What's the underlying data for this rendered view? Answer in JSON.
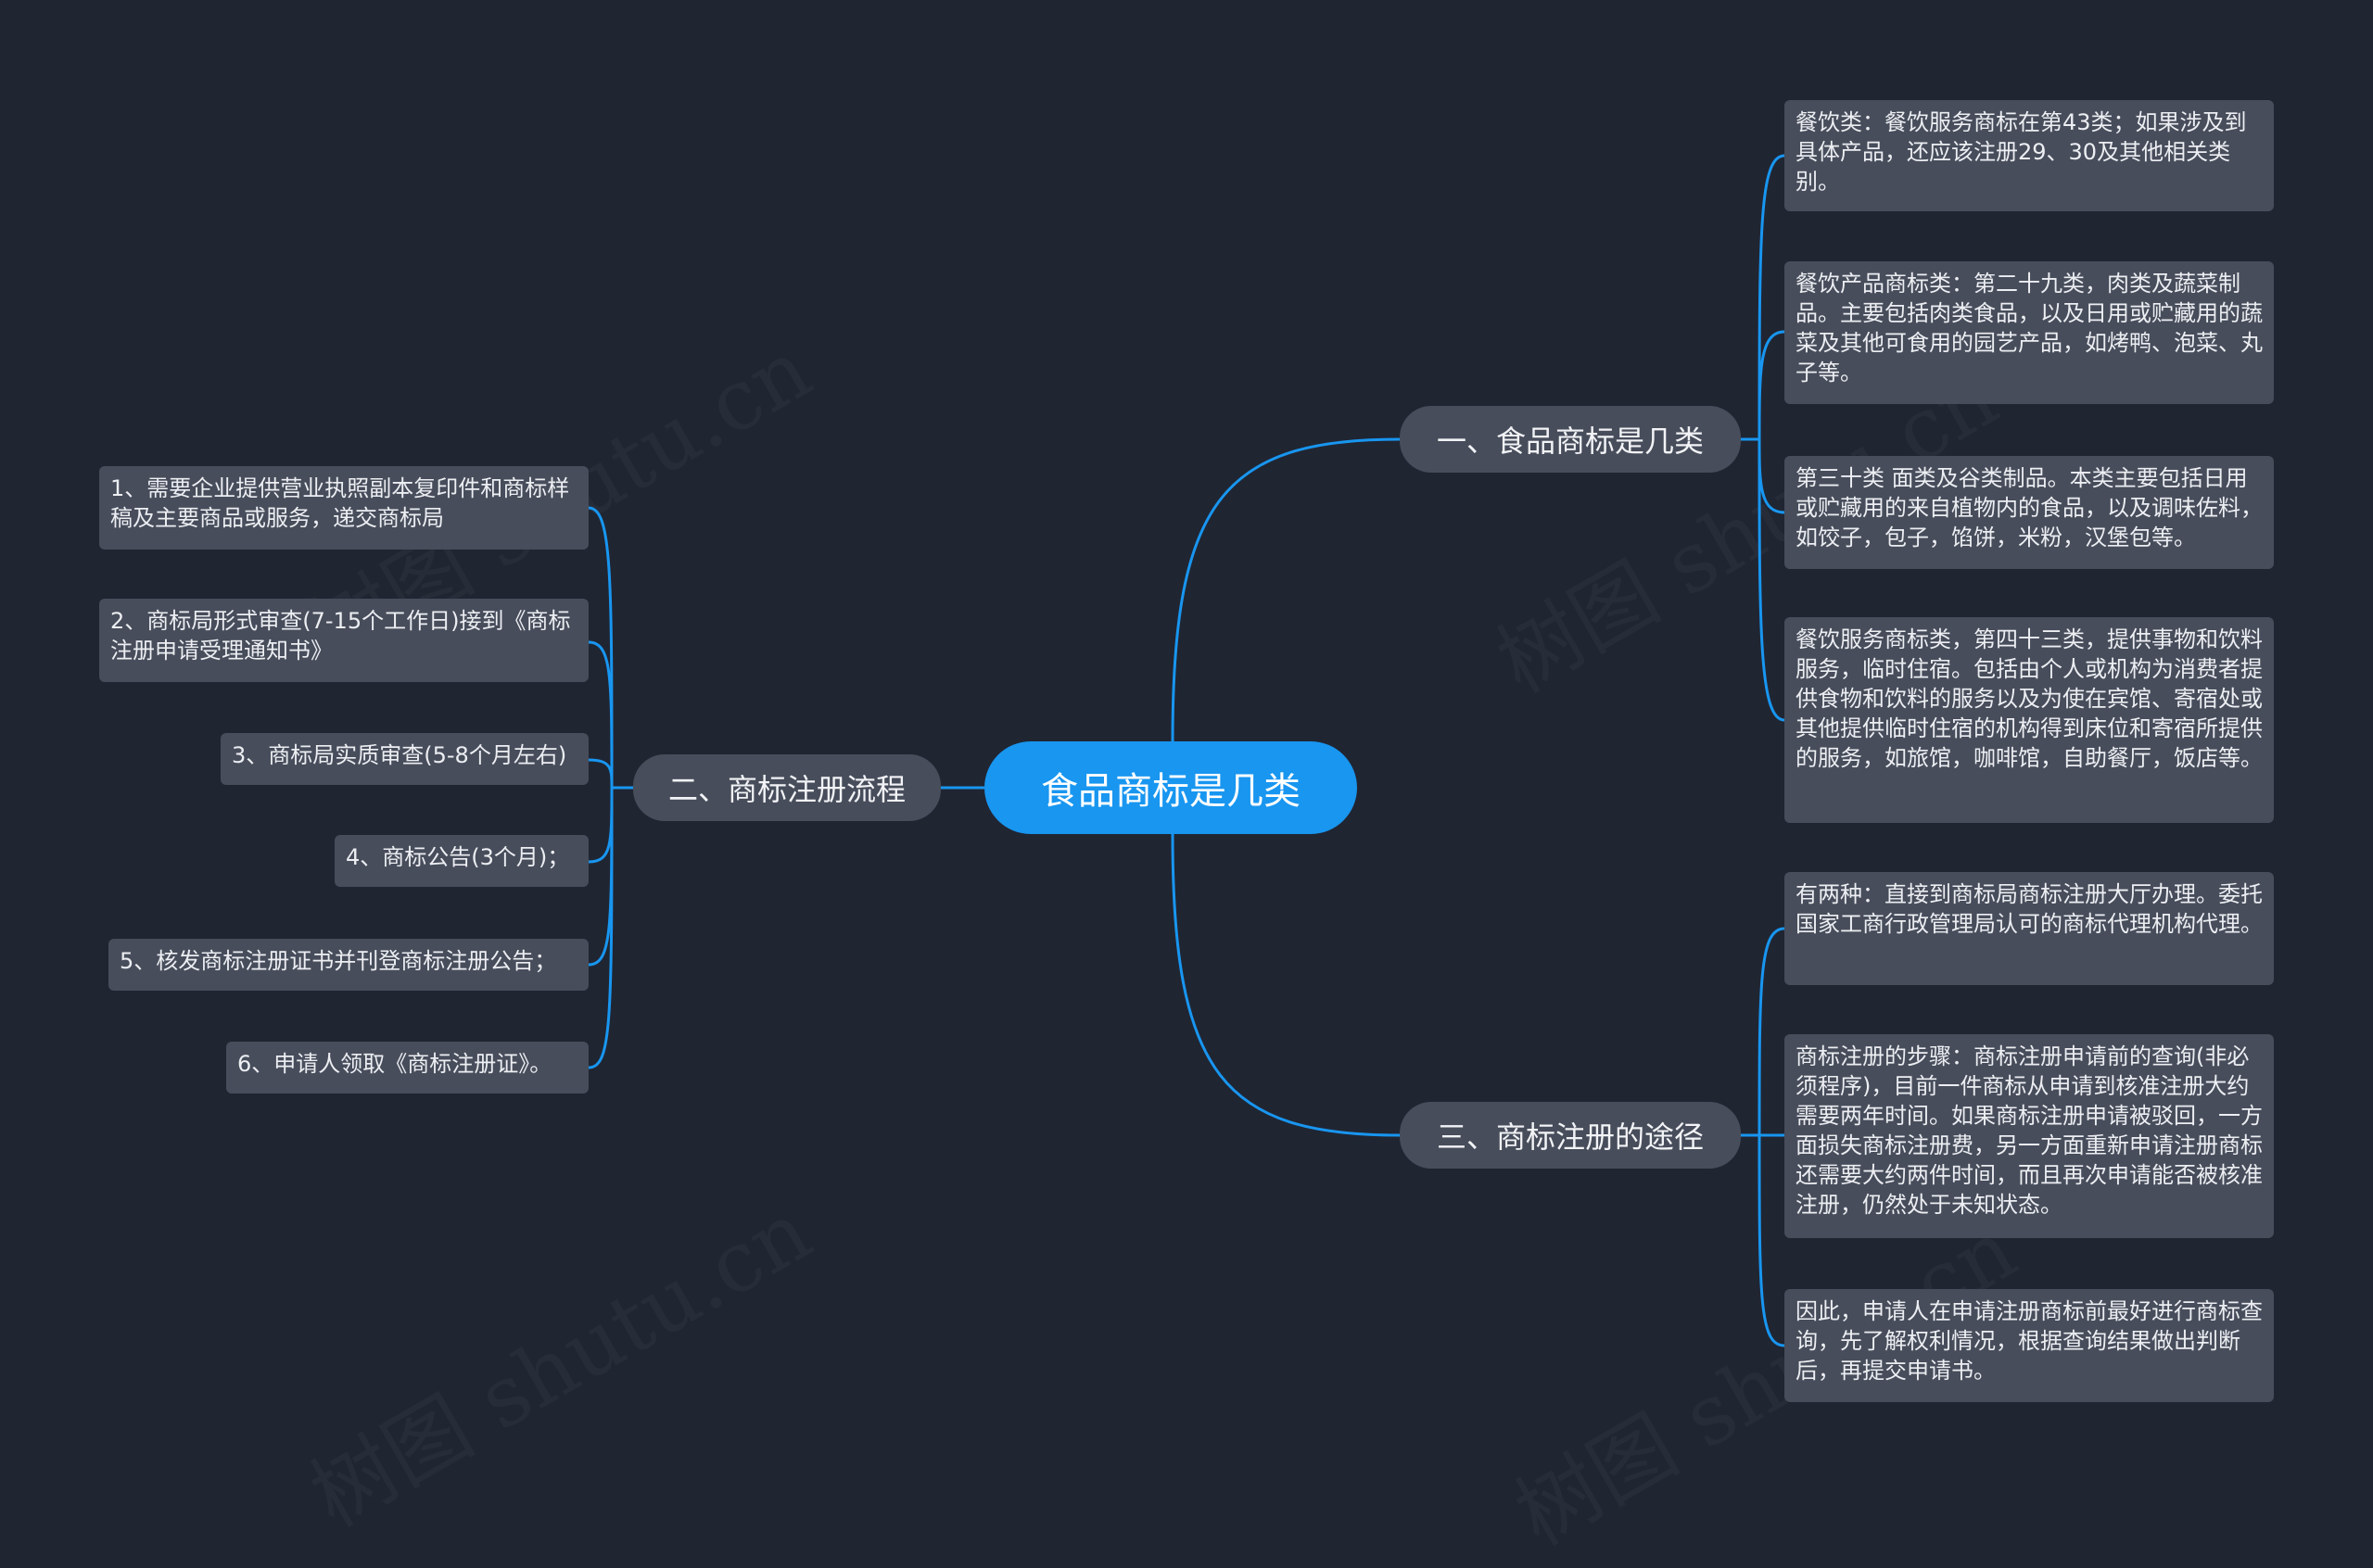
{
  "root": {
    "label": "食品商标是几类"
  },
  "branches": {
    "b1": {
      "label": "一、食品商标是几类"
    },
    "b2": {
      "label": "二、商标注册流程"
    },
    "b3": {
      "label": "三、商标注册的途径"
    }
  },
  "leaves_b1": [
    "餐饮类：餐饮服务商标在第43类；如果涉及到具体产品，还应该注册29、30及其他相关类别。",
    "餐饮产品商标类：第二十九类，肉类及蔬菜制品。主要包括肉类食品，以及日用或贮藏用的蔬菜及其他可食用的园艺产品，如烤鸭、泡菜、丸子等。",
    "第三十类 面类及谷类制品。本类主要包括日用或贮藏用的来自植物内的食品，以及调味佐料，如饺子，包子，馅饼，米粉，汉堡包等。",
    "餐饮服务商标类，第四十三类，提供事物和饮料服务，临时住宿。包括由个人或机构为消费者提供食物和饮料的服务以及为使在宾馆、寄宿处或其他提供临时住宿的机构得到床位和寄宿所提供的服务，如旅馆，咖啡馆，自助餐厅，饭店等。"
  ],
  "leaves_b2": [
    "1、需要企业提供营业执照副本复印件和商标样稿及主要商品或服务，递交商标局",
    "2、商标局形式审查(7-15个工作日)接到《商标注册申请受理通知书》",
    "3、商标局实质审查(5-8个月左右)",
    "4、商标公告(3个月)；",
    "5、核发商标注册证书并刊登商标注册公告；",
    "6、申请人领取《商标注册证》。"
  ],
  "leaves_b3": [
    "有两种：直接到商标局商标注册大厅办理。委托国家工商行政管理局认可的商标代理机构代理。",
    "商标注册的步骤：商标注册申请前的查询(非必须程序)，目前一件商标从申请到核准注册大约需要两年时间。如果商标注册申请被驳回，一方面损失商标注册费，另一方面重新申请注册商标还需要大约两件时间，而且再次申请能否被核准注册，仍然处于未知状态。",
    "因此，申请人在申请注册商标前最好进行商标查询，先了解权利情况，根据查询结果做出判断后，再提交申请书。"
  ],
  "colors": {
    "background": "#202532",
    "root": "#1896f0",
    "node": "#474d5b",
    "link": "#1896f0"
  }
}
